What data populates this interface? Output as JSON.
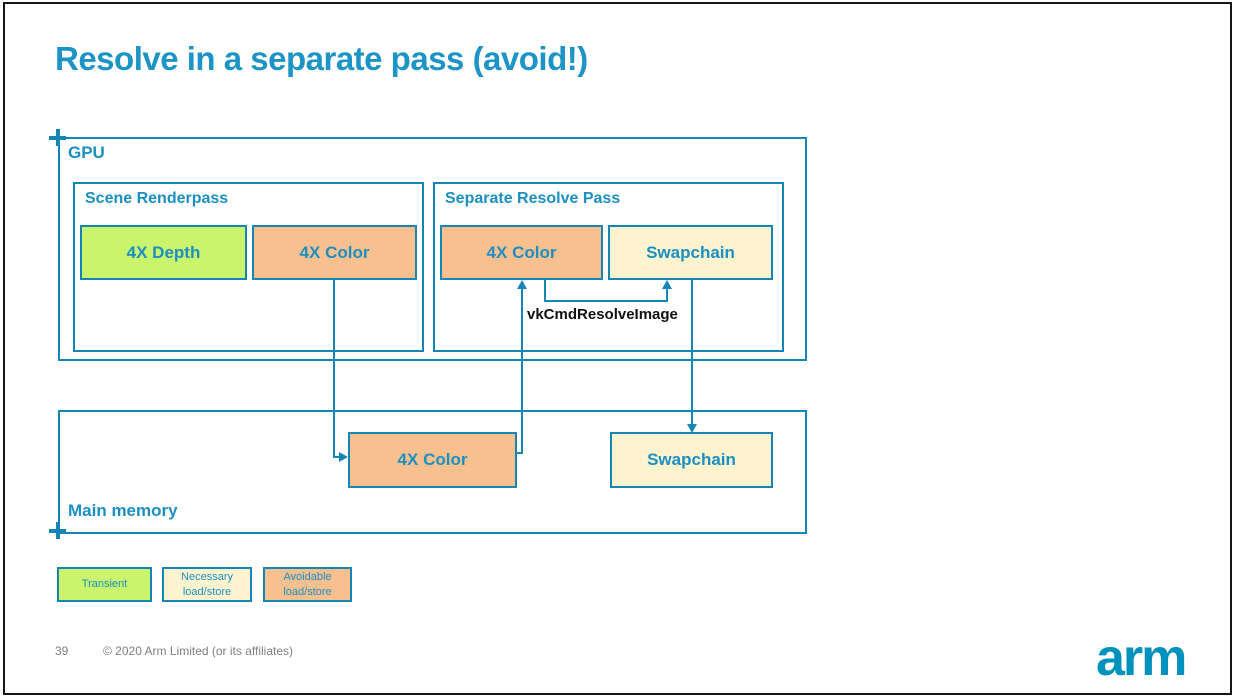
{
  "slide": {
    "title": "Resolve in a separate pass (avoid!)",
    "page_number": "39",
    "copyright": "© 2020 Arm Limited (or its affiliates)",
    "logo": "arm"
  },
  "gpu": {
    "label": "GPU",
    "scene_renderpass": {
      "label": "Scene Renderpass",
      "boxes": [
        {
          "label": "4X Depth",
          "type": "transient"
        },
        {
          "label": "4X Color",
          "type": "avoidable"
        }
      ]
    },
    "separate_resolve_pass": {
      "label": "Separate Resolve Pass",
      "boxes": [
        {
          "label": "4X Color",
          "type": "avoidable"
        },
        {
          "label": "Swapchain",
          "type": "necessary"
        }
      ],
      "resolve_command": "vkCmdResolveImage"
    }
  },
  "main_memory": {
    "label": "Main memory",
    "boxes": [
      {
        "label": "4X Color",
        "type": "avoidable"
      },
      {
        "label": "Swapchain",
        "type": "necessary"
      }
    ]
  },
  "legend": [
    {
      "label": "Transient",
      "type": "transient"
    },
    {
      "label": "Necessary load/store",
      "type": "necessary"
    },
    {
      "label": "Avoidable load/store",
      "type": "avoidable"
    }
  ],
  "colors": {
    "line_teal": "#1585b5",
    "text_teal": "#1b8fc2",
    "title_teal": "#1d94c6",
    "transient_green": "#c9f46c",
    "necessary_cream": "#fdf3cf",
    "avoidable_orange": "#f9c08f",
    "logo_teal": "#0091bd",
    "footer_gray": "#7f7f7f"
  },
  "icons": {
    "connection_point": "plus-cross"
  }
}
